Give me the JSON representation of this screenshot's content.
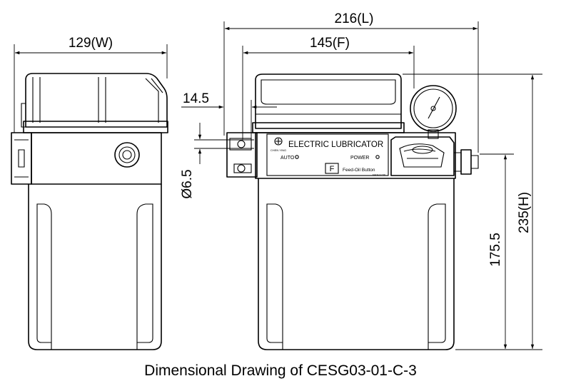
{
  "dimensions": {
    "width": "129(W)",
    "length": "216(L)",
    "front": "145(F)",
    "offset": "14.5",
    "hole": "Ø6.5",
    "height": "235(H)",
    "outlet_height": "175.5"
  },
  "panel": {
    "title": "ELECTRIC LUBRICATOR",
    "auto": "AUTO",
    "power": "POWER",
    "button_letter": "F",
    "button_label": "Feed-Oil Button",
    "brand": "CHEN YING",
    "fine_print": "MADE IN TW"
  },
  "caption": "Dimensional Drawing of CESG03-01-C-3"
}
